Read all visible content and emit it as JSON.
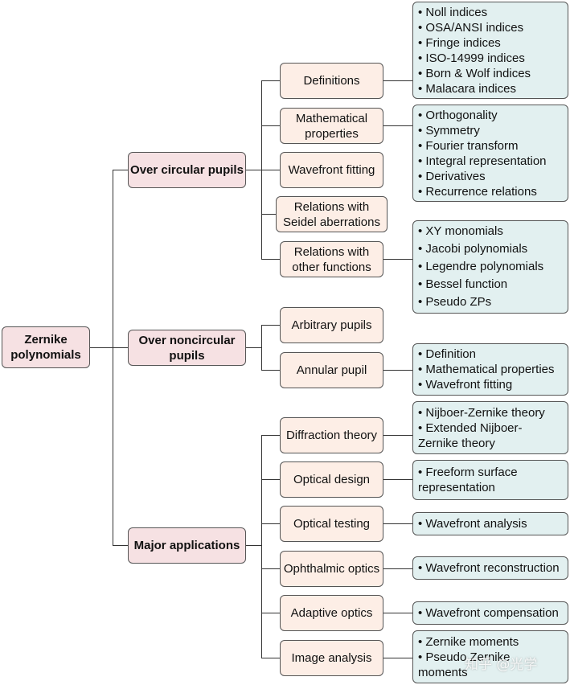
{
  "root": {
    "label": "Zernike polynomials"
  },
  "branches": [
    {
      "label": "Over circular pupils",
      "children": [
        {
          "label": "Definitions",
          "items": [
            "Noll indices",
            "OSA/ANSI indices",
            "Fringe indices",
            "ISO-14999 indices",
            "Born & Wolf indices",
            "Malacara indices"
          ]
        },
        {
          "label": "Mathematical properties",
          "items": [
            "Orthogonality",
            "Symmetry",
            "Fourier transform",
            "Integral representation",
            "Derivatives",
            "Recurrence relations"
          ]
        },
        {
          "label": "Wavefront fitting"
        },
        {
          "label": "Relations with Seidel aberrations"
        },
        {
          "label": "Relations with other functions",
          "items": [
            "XY monomials",
            "Jacobi polynomials",
            "Legendre polynomials",
            "Bessel function",
            "Pseudo ZPs"
          ]
        }
      ]
    },
    {
      "label": "Over noncircular pupils",
      "children": [
        {
          "label": "Arbitrary pupils"
        },
        {
          "label": "Annular pupil",
          "items": [
            "Definition",
            "Mathematical properties",
            "Wavefront fitting"
          ]
        }
      ]
    },
    {
      "label": "Major applications",
      "children": [
        {
          "label": "Diffraction theory",
          "items": [
            "Nijboer-Zernike theory",
            "Extended Nijboer-Zernike theory"
          ]
        },
        {
          "label": "Optical design",
          "items": [
            "Freeform surface representation"
          ]
        },
        {
          "label": "Optical testing",
          "items": [
            "Wavefront analysis"
          ]
        },
        {
          "label": "Ophthalmic optics",
          "items": [
            "Wavefront reconstruction"
          ]
        },
        {
          "label": "Adaptive optics",
          "items": [
            "Wavefront compensation"
          ]
        },
        {
          "label": "Image analysis",
          "items": [
            "Zernike moments",
            "Pseudo Zernike moments"
          ]
        }
      ]
    }
  ],
  "watermark": "知乎 @光学",
  "colors": {
    "root_fill": "#f6e1e3",
    "level2_fill": "#fdeee6",
    "leaf_fill": "#e2f0f0",
    "border": "#555555"
  }
}
